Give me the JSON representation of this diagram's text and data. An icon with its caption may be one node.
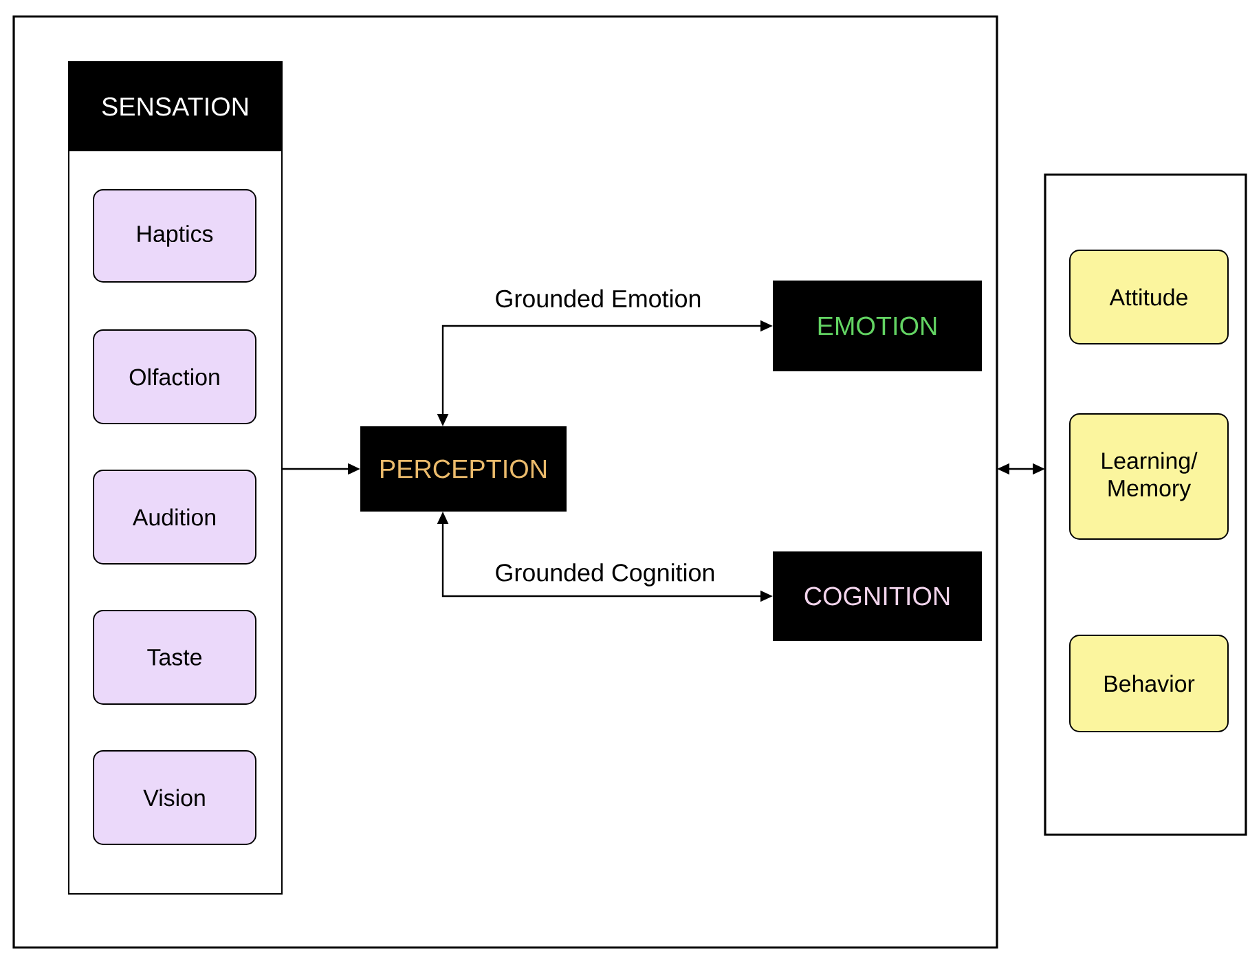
{
  "diagram": {
    "nodes": [
      {
        "text": [],
        "shape": "box"
      },
      {
        "text": [],
        "shape": "box",
        "in": 0
      },
      {
        "text": [
          "SENSATION"
        ],
        "in": 1
      },
      {
        "text": [
          "Haptics"
        ],
        "in": 1
      },
      {
        "text": [
          "Olfaction"
        ],
        "in": 1
      },
      {
        "text": [
          "Audition"
        ],
        "in": 1
      },
      {
        "text": [
          "Taste"
        ],
        "in": 1
      },
      {
        "text": [
          "Vision"
        ],
        "in": 1
      },
      {
        "text": [
          "PERCEPTION"
        ],
        "in": 0
      },
      {
        "text": [
          "EMOTION"
        ],
        "in": 0
      },
      {
        "text": [
          "COGNITION"
        ],
        "in": 0
      },
      {
        "text": [],
        "shape": "box"
      },
      {
        "text": [
          "Attitude"
        ],
        "in": 11
      },
      {
        "text": [
          "Learning/ Memory"
        ],
        "in": 11
      },
      {
        "text": [
          "Behavior"
        ],
        "in": 11
      }
    ],
    "edges": [
      {
        "from": 1,
        "to": 8,
        "arrow": "to"
      },
      {
        "from": 8,
        "to": 9,
        "arrow": "both",
        "label": "Grounded Emotion"
      },
      {
        "from": 8,
        "to": 10,
        "arrow": "both",
        "label": "Grounded Cognition"
      },
      {
        "from": 0,
        "to": 11,
        "arrow": "both"
      }
    ]
  }
}
